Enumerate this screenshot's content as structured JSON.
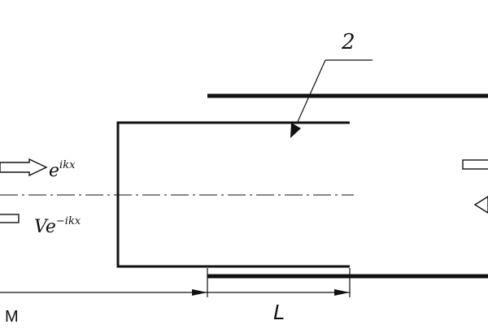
{
  "labels": {
    "part_number": "2",
    "incident_wave_base": "e",
    "incident_wave_exp": "ikx",
    "reflected_wave_coef": "Ve",
    "reflected_wave_exp": "−ikx",
    "length": "L",
    "left_edge_fragment": "M"
  },
  "colors": {
    "stroke": "#111111",
    "background": "#ffffff"
  }
}
